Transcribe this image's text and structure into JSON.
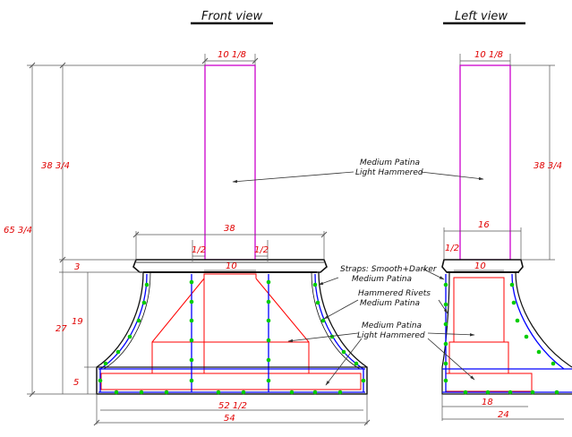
{
  "views": {
    "front_title": "Front view",
    "left_title": "Left view"
  },
  "notes": {
    "medium_patina": "Medium Patina",
    "light_hammered": "Light Hammered",
    "straps": "Straps: Smooth+Darker",
    "hammered_rivets": "Hammered Rivets"
  },
  "front_dims": {
    "chimney_width": "10 1/8",
    "chimney_height": "38 3/4",
    "total_height": "65 3/4",
    "mantle_width": "38",
    "mantle_offset_left": "1/2",
    "mantle_offset_right": "1/2",
    "top_band": "3",
    "inner_band_width": "10",
    "body_height": "27",
    "bell_height": "19",
    "base_band": "5",
    "base_inner_width": "52 1/2",
    "base_width": "54"
  },
  "left_dims": {
    "chimney_width": "10 1/8",
    "chimney_height": "38 3/4",
    "mantle_width": "16",
    "mantle_offset": "1/2",
    "inner_band_width": "10",
    "base_inner_width": "18",
    "base_width": "24"
  },
  "colors": {
    "chimney": "#cc00cc",
    "dimension": "#e00000",
    "outline": "#111111",
    "strap": "#0000ff",
    "rivet": "#00cc00",
    "ref_lines": "#ff0000"
  }
}
